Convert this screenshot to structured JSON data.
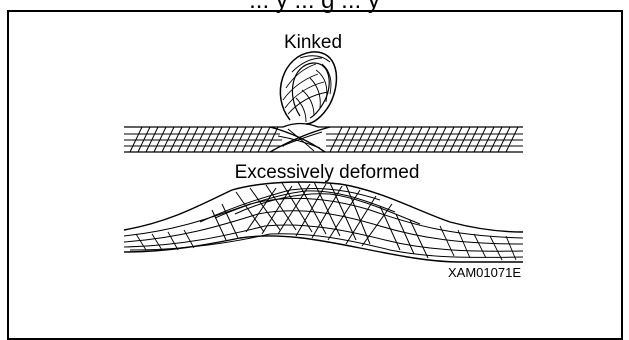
{
  "top_text": "... y ... g ... y",
  "labels": {
    "kinked": "Kinked",
    "deformed": "Excessively deformed",
    "figure_code": "XAM01071E"
  }
}
